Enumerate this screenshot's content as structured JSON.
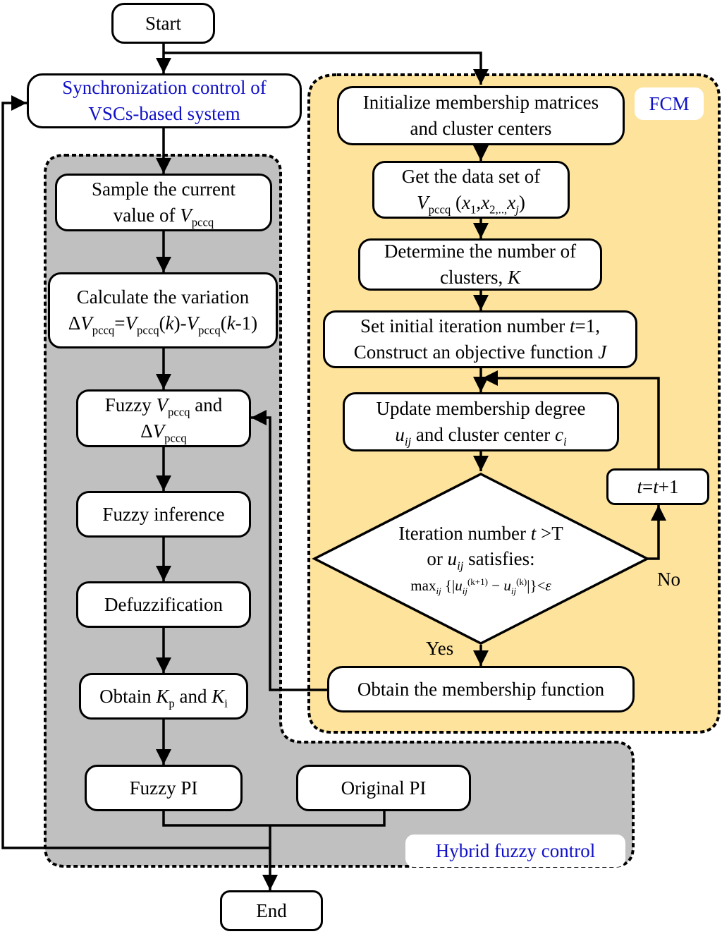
{
  "colors": {
    "hybrid_region_fill": "#c0c0c0",
    "fcm_region_fill": "#fde39b",
    "accent_text": "#1010c8",
    "line": "#000000"
  },
  "nodes": {
    "start": "Start",
    "sync": {
      "line1": "Synchronization control of",
      "line2": "VSCs-based system"
    },
    "sample": {
      "line1": "Sample the current",
      "line2_pre": "value of ",
      "var": "V",
      "sub": "pccq"
    },
    "calc": {
      "line1": "Calculate the variation",
      "delta": "Δ",
      "var": "V",
      "sub": "pccq",
      "eq": "=",
      "k": "k",
      "minus": "-",
      "k1": "k",
      "k1_tail": "-1)",
      "open": "(",
      "close": ")"
    },
    "fuzzify": {
      "pre": "Fuzzy ",
      "var": "V",
      "sub": "pccq",
      "post": " and",
      "delta": "Δ"
    },
    "inference": "Fuzzy inference",
    "defuzz": "Defuzzification",
    "obtain_k": {
      "pre": "Obtain ",
      "kp": "K",
      "kp_sub": "p",
      "mid": " and ",
      "ki": "K",
      "ki_sub": "i"
    },
    "fuzzy_pi": "Fuzzy PI",
    "original_pi": "Original PI",
    "end": "End",
    "init": {
      "line1": "Initialize membership matrices",
      "line2": "and cluster centers"
    },
    "dataset": {
      "line1": "Get the data set of",
      "var": "V",
      "sub": "pccq",
      "x": "x",
      "x1": "1",
      "x2": "2,..,",
      "xj": "j"
    },
    "clusters": {
      "line1": "Determine the number of",
      "line2_pre": "clusters, ",
      "k": "K"
    },
    "setiter": {
      "line1_pre": "Set initial iteration number ",
      "t": "t",
      "line1_post": "=1,",
      "line2_pre": "Construct an objective function ",
      "j": "J"
    },
    "update": {
      "line1": "Update membership degree",
      "u": "u",
      "ij": "ij",
      "mid": " and cluster center ",
      "c": "c",
      "i": "i"
    },
    "decision": {
      "line1_pre": "Iteration number ",
      "t": "t",
      "line1_post": " >T",
      "line2_pre": "or ",
      "u": "u",
      "ij": "ij",
      "line2_post": " satisfies:",
      "formula_max": "max",
      "formula_ij": "ij",
      "formula_k1": "(k+1)",
      "formula_k": "(k)",
      "formula_eps": "ε"
    },
    "increment": {
      "t1": "t",
      "eq": "=",
      "t2": "t",
      "tail": "+1"
    },
    "membership": "Obtain the membership function"
  },
  "edge_labels": {
    "yes": "Yes",
    "no": "No"
  },
  "regions": {
    "fcm": "FCM",
    "hybrid": "Hybrid fuzzy control"
  }
}
